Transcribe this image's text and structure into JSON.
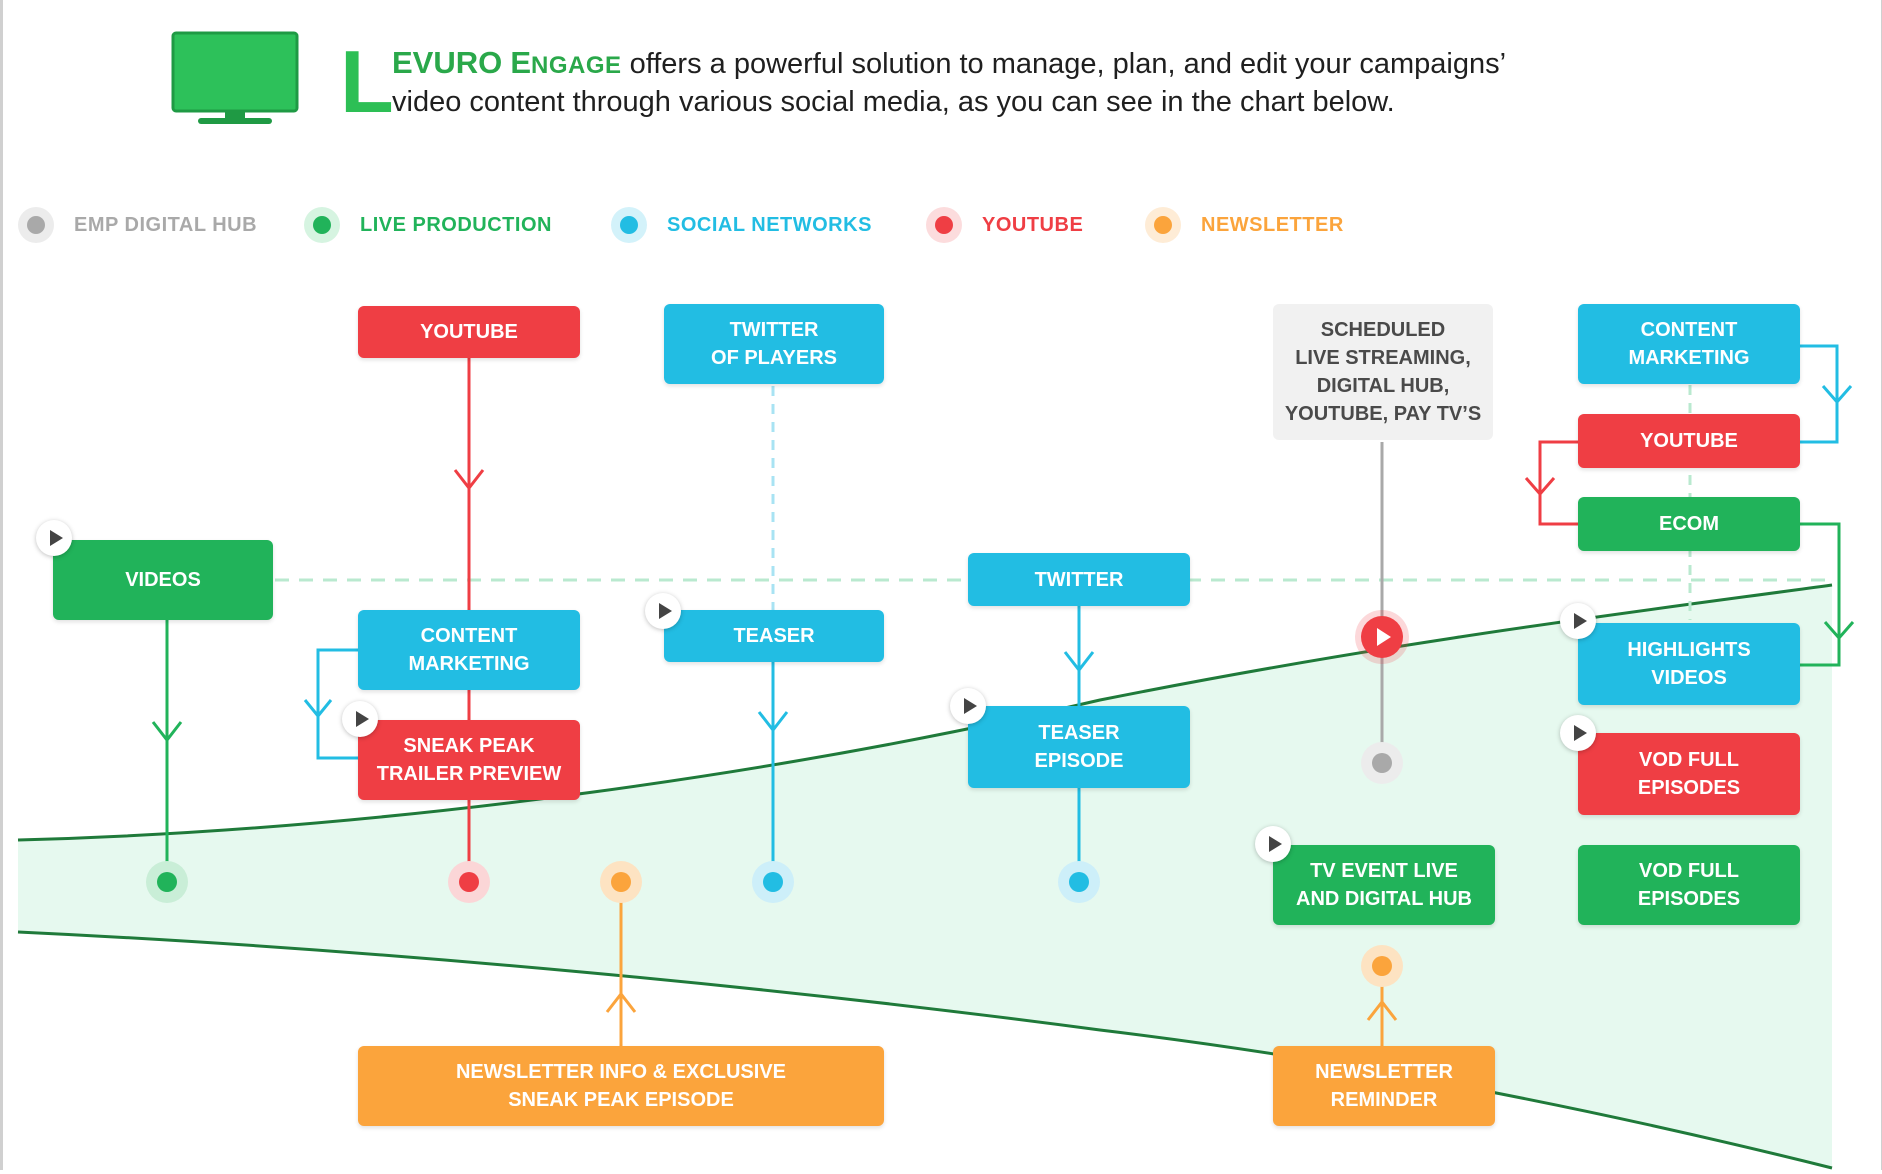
{
  "intro": {
    "drop_cap": "L",
    "brand_first_letters": "EVURO",
    "brand_second_initial": "E",
    "brand_second_rest": "NGAGE",
    "line1_text": " offers a powerful solution to manage, plan, and edit your campaigns’",
    "line2_text": "video content through various social media, as you can see in the chart below."
  },
  "colors": {
    "green": "#21b35a",
    "red": "#ef3e44",
    "blue": "#22bde3",
    "orange": "#fba43c",
    "gray": "#a9a9a9",
    "area": "#e6f9ef",
    "curve": "#1f7a3a"
  },
  "legend": [
    {
      "label": "EMP DIGITAL HUB",
      "color": "#a9a9a9"
    },
    {
      "label": "LIVE PRODUCTION",
      "color": "#21b35a"
    },
    {
      "label": "SOCIAL NETWORKS",
      "color": "#22bde3"
    },
    {
      "label": "YOUTUBE",
      "color": "#ef3e44"
    },
    {
      "label": "NEWSLETTER",
      "color": "#fba43c"
    }
  ],
  "nodes": {
    "videos": "VIDEOS",
    "youtube_top": "YOUTUBE",
    "content_marketing_left": "CONTENT\nMARKETING",
    "sneak_peak": "SNEAK PEAK\nTRAILER PREVIEW",
    "twitter_players": "TWITTER\nOF PLAYERS",
    "teaser": "TEASER",
    "twitter": "TWITTER",
    "teaser_episode": "TEASER\nEPISODE",
    "scheduled": "SCHEDULED\nLIVE STREAMING,\nDIGITAL HUB,\nYOUTUBE, PAY TV’S",
    "tv_event": "TV EVENT LIVE\nAND DIGITAL HUB",
    "newsletter_reminder": "NEWSLETTER\nREMINDER",
    "newsletter_info": "NEWSLETTER INFO & EXCLUSIVE\nSNEAK PEAK EPISODE",
    "content_marketing_right": "CONTENT\nMARKETING",
    "youtube_right": "YOUTUBE",
    "ecom": "ECOM",
    "highlights": "HIGHLIGHTS\nVIDEOS",
    "vod_red": "VOD FULL\nEPISODES",
    "vod_green": "VOD FULL\nEPISODES"
  },
  "icons": {
    "monitor": "monitor-icon",
    "play": "play-icon",
    "live_play": "live-play-icon"
  }
}
